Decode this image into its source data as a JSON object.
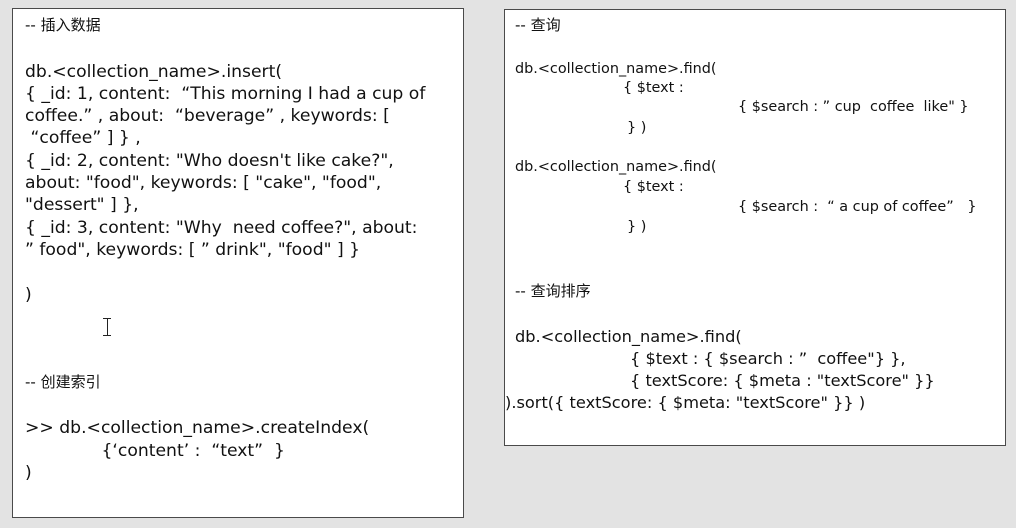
{
  "left": {
    "heading_insert": "-- 插入数据",
    "insert_lines": [
      "db.<collection_name>.insert(",
      "{ _id: 1, content:  “This morning I had a cup of",
      "coffee.” , about:  “beverage” , keywords: [",
      " “coffee” ] } ,",
      "{ _id: 2, content: \"Who doesn't like cake?\",",
      "about: \"food\", keywords: [ \"cake\", \"food\",",
      "\"dessert\" ] },",
      "{ _id: 3, content: \"Why  need coffee?\", about:",
      "” food\", keywords: [ ” drink\", \"food\" ] }",
      ")"
    ],
    "heading_index": "-- 创建索引",
    "index_lines": [
      ">> db.<collection_name>.createIndex(",
      "              {‘content’ :  “text”  }",
      ")"
    ]
  },
  "right": {
    "heading_query": "-- 查询",
    "query_lines": [
      "db.<collection_name>.find(",
      "{ $text :",
      "{ $search : ” cup  coffee  like\" }",
      "} )",
      "db.<collection_name>.find(",
      "{ $text :",
      "{ $search :  “ a cup of coffee”   }",
      "} )"
    ],
    "heading_sort": "-- 查询排序",
    "sort_lines": [
      "db.<collection_name>.find(",
      "{ $text : { $search : ”  coffee\"} },",
      "{ textScore: { $meta : \"textScore\" }}",
      ").sort({ textScore: { $meta: \"textScore\" }} )"
    ]
  }
}
